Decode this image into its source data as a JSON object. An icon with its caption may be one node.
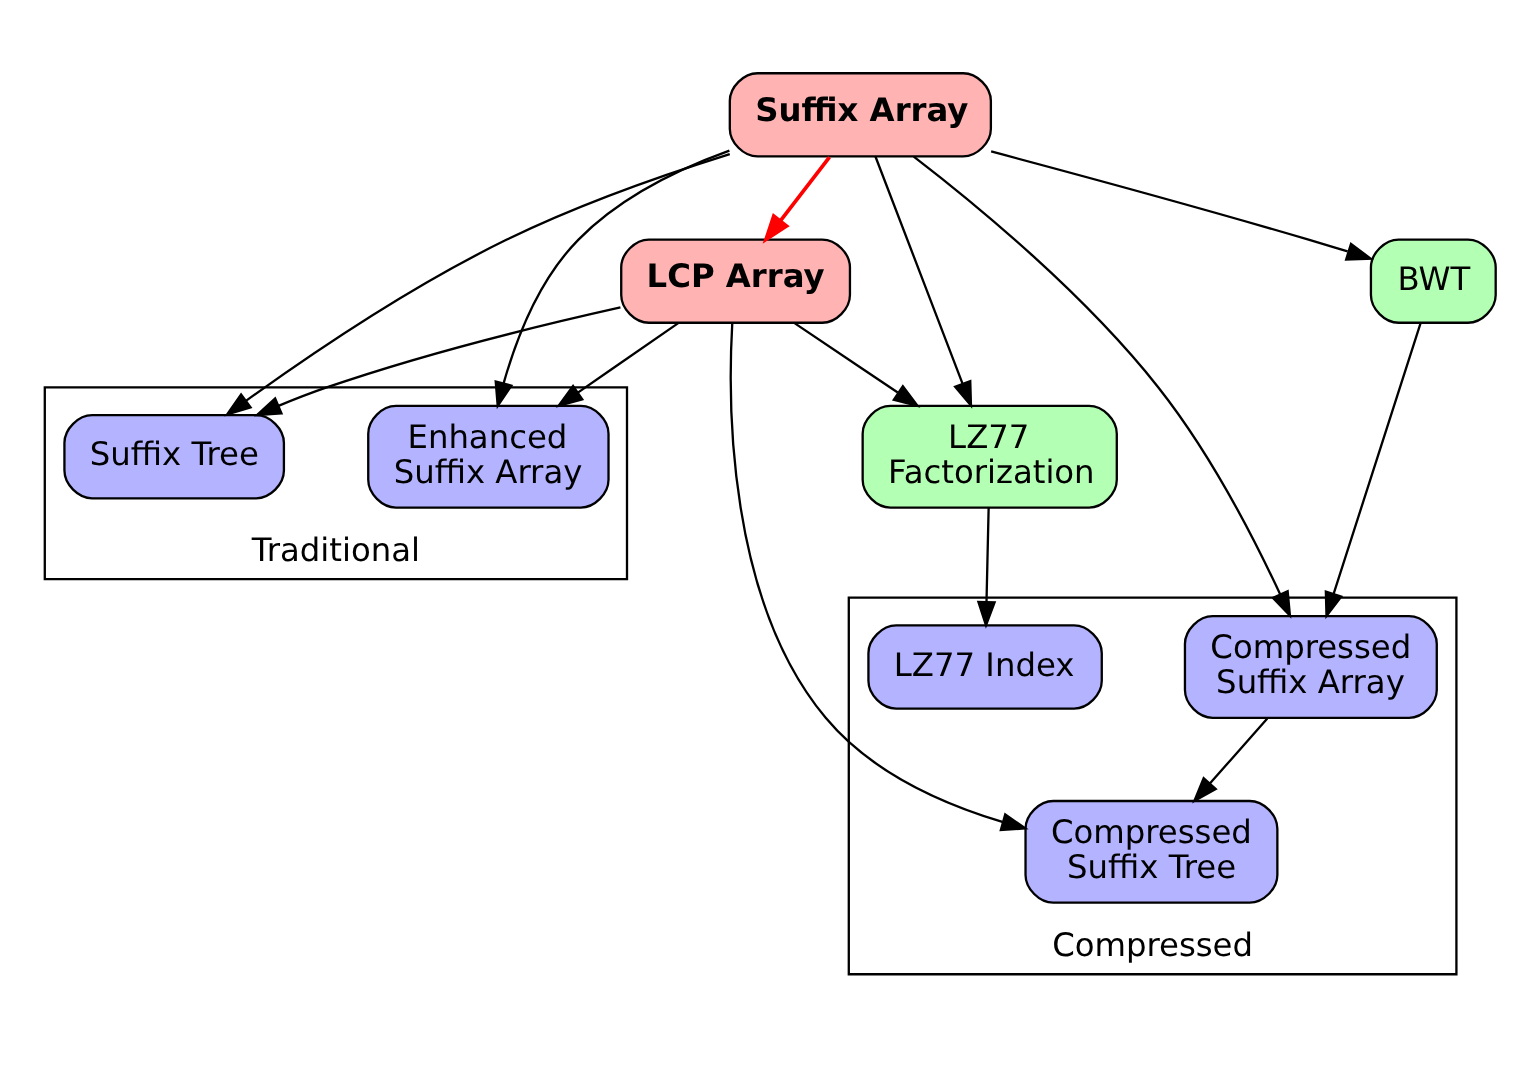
{
  "diagram": {
    "nodes": [
      {
        "text": [
          "Traditional"
        ]
      },
      {
        "text": [
          "Suffix Tree"
        ],
        "in": 0
      },
      {
        "text": [
          "Enhanced Suffix Array"
        ],
        "in": 0
      },
      {
        "text": [
          "Compressed"
        ]
      },
      {
        "text": [
          "Compressed Suffix Array"
        ],
        "in": 3
      },
      {
        "text": [
          "Compressed Suffix Tree"
        ],
        "in": 3
      },
      {
        "text": [
          "LZ77 Index"
        ],
        "in": 3
      },
      {
        "text": [
          "BWT"
        ]
      },
      {
        "text": [
          "Suffix Array"
        ]
      },
      {
        "text": [
          "LCP Array"
        ]
      },
      {
        "text": [
          "LZ77 Factorization"
        ]
      }
    ],
    "edges": [
      {
        "from": 8,
        "to": 7,
        "arrow": "to"
      },
      {
        "from": 7,
        "to": 4,
        "arrow": "to"
      },
      {
        "from": 8,
        "to": 4,
        "arrow": "to"
      },
      {
        "from": 8,
        "to": 1,
        "arrow": "to"
      },
      {
        "from": 8,
        "to": 2,
        "arrow": "to"
      },
      {
        "from": 8,
        "to": 9,
        "arrow": "to",
        "color": "#ff0000"
      },
      {
        "from": 9,
        "to": 1,
        "arrow": "to"
      },
      {
        "from": 9,
        "to": 2,
        "arrow": "to"
      },
      {
        "from": 9,
        "to": 5,
        "arrow": "to"
      },
      {
        "from": 9,
        "to": 10,
        "arrow": "to"
      },
      {
        "from": 8,
        "to": 10,
        "arrow": "to"
      },
      {
        "from": 4,
        "to": 5,
        "arrow": "to"
      },
      {
        "from": 10,
        "to": 6,
        "arrow": "to"
      }
    ]
  }
}
